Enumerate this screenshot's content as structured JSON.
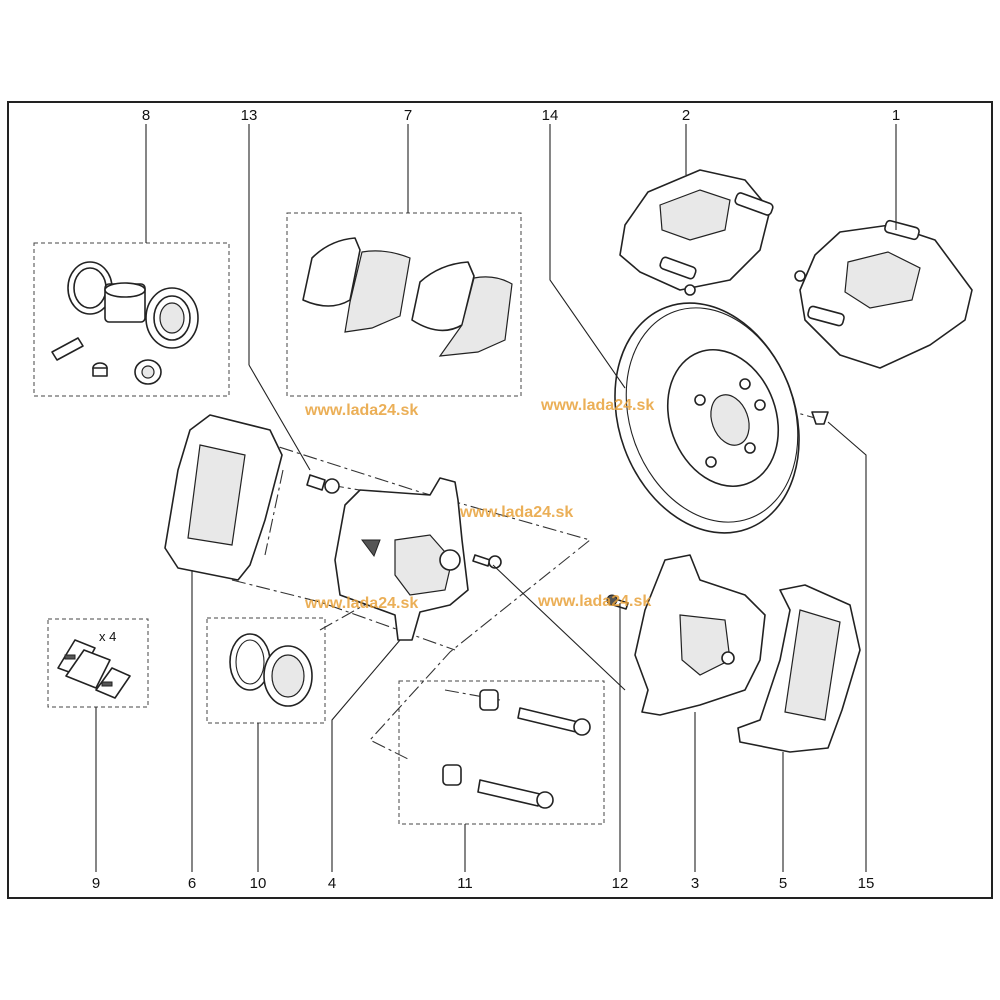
{
  "callouts": {
    "c1": "1",
    "c2": "2",
    "c3": "3",
    "c4": "4",
    "c5": "5",
    "c6": "6",
    "c7": "7",
    "c8": "8",
    "c9": "9",
    "c10": "10",
    "c11": "11",
    "c12": "12",
    "c13": "13",
    "c14": "14",
    "c15": "15"
  },
  "quantity_note": "x 4",
  "watermark": "www.lada24.sk",
  "colors": {
    "line": "#222222",
    "watermark": "#e8a13a",
    "background": "#ffffff"
  }
}
